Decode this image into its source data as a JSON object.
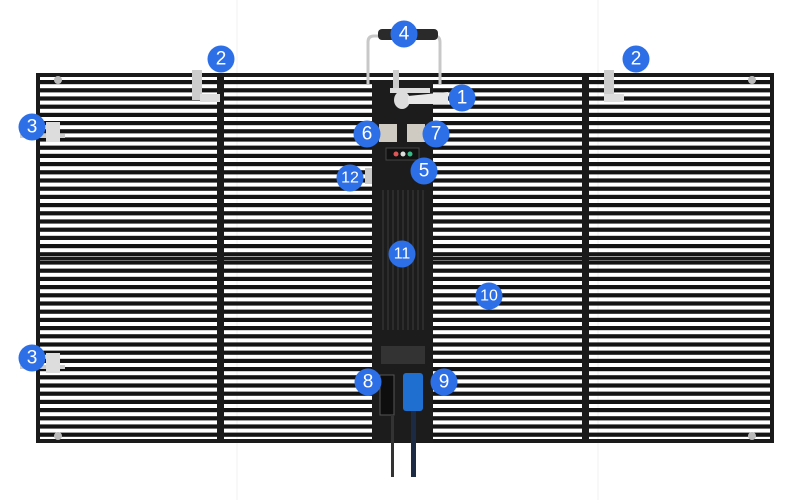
{
  "diagram": {
    "colors": {
      "badge": "#2d6fe6",
      "frame": "#111111",
      "connector_blue": "#1f6fd0"
    },
    "callouts": [
      {
        "label": "1",
        "part": "lock"
      },
      {
        "label": "2",
        "part": "top-connector-left"
      },
      {
        "label": "2",
        "part": "top-connector-right"
      },
      {
        "label": "3",
        "part": "side-lock-upper"
      },
      {
        "label": "3",
        "part": "side-lock-lower"
      },
      {
        "label": "4",
        "part": "handle"
      },
      {
        "label": "5",
        "part": "indicator-panel"
      },
      {
        "label": "6",
        "part": "signal-port-in"
      },
      {
        "label": "7",
        "part": "signal-port-out"
      },
      {
        "label": "8",
        "part": "power-in"
      },
      {
        "label": "9",
        "part": "power-out"
      },
      {
        "label": "10",
        "part": "led-strip"
      },
      {
        "label": "11",
        "part": "control-box"
      },
      {
        "label": "12",
        "part": "side-latch"
      }
    ]
  }
}
